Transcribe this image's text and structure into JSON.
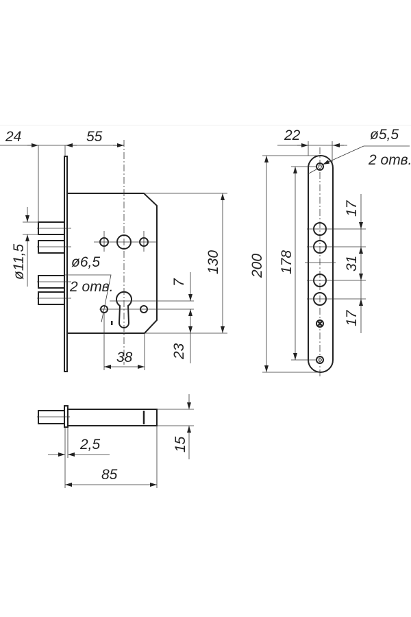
{
  "drawing": {
    "front_view": {
      "dim_bolt_protrusion": "24",
      "dim_backset": "55",
      "dim_body_height": "130",
      "dim_cylinder_offset": "7",
      "dim_bottom_offset": "23",
      "dim_hole_spacing": "38",
      "dim_bolt_diameter": "ø11,5",
      "dim_hole_diameter": "ø6,5",
      "hole_count_note": "2 отв."
    },
    "faceplate_view": {
      "dim_width": "22",
      "dim_screw_hole": "ø5,5",
      "hole_count_note": "2 отв.",
      "dim_total_length": "200",
      "dim_hole_spacing": "178",
      "dim_upper": "17",
      "dim_middle": "31",
      "dim_lower": "17"
    },
    "bottom_view": {
      "dim_plate_thickness": "2,5",
      "dim_depth": "85",
      "dim_thickness": "15"
    }
  }
}
